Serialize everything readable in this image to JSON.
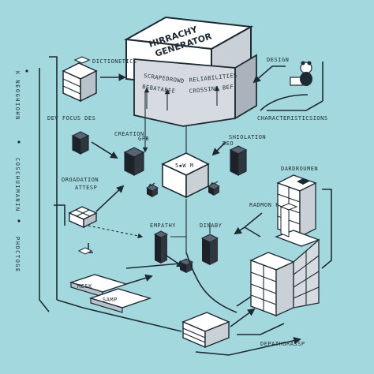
{
  "title": {
    "line1": "HIRRACHY",
    "line2": "GENERATOR"
  },
  "labels": {
    "distinctive": "DICTIONETICE",
    "scrapedrowd": "SCRAPEDROWD",
    "bebatabee": "BEBATABEE",
    "reliabilities": "RELIABILITIES",
    "crossing": "CROSSING BEF",
    "design": "DESIGN",
    "characteristics": "CHARACTERISTICSIONS",
    "dev_focus": "DEV FOCUS DES",
    "creation": "CREATION",
    "creation_sub": "GFB",
    "shoulation": "SHIOLATION",
    "shoulation_sub": "DEO",
    "gradation": "DROADATION",
    "gradation_sub": "ATTESP",
    "dardroumen": "DARDROUMEN",
    "random_fig": "RADMON FIG",
    "empathy": "EMPATHY",
    "dinaby": "DINABY",
    "mesk": "MESK",
    "samp": "SAMP",
    "departmentassp": "DEPATHORASSP",
    "center_code": "5▪W  M"
  },
  "side_text": {
    "left_top": "K NEOGHIOHN",
    "left_mid": "COSCHUIMANIN",
    "left_bottom": "PHOCTOGE"
  },
  "colors": {
    "background": "#a3d9de",
    "ink": "#1e2a33",
    "box_light": "#ffffff",
    "box_shade": "#b9c2ca",
    "box_dark": "#1e2228"
  }
}
